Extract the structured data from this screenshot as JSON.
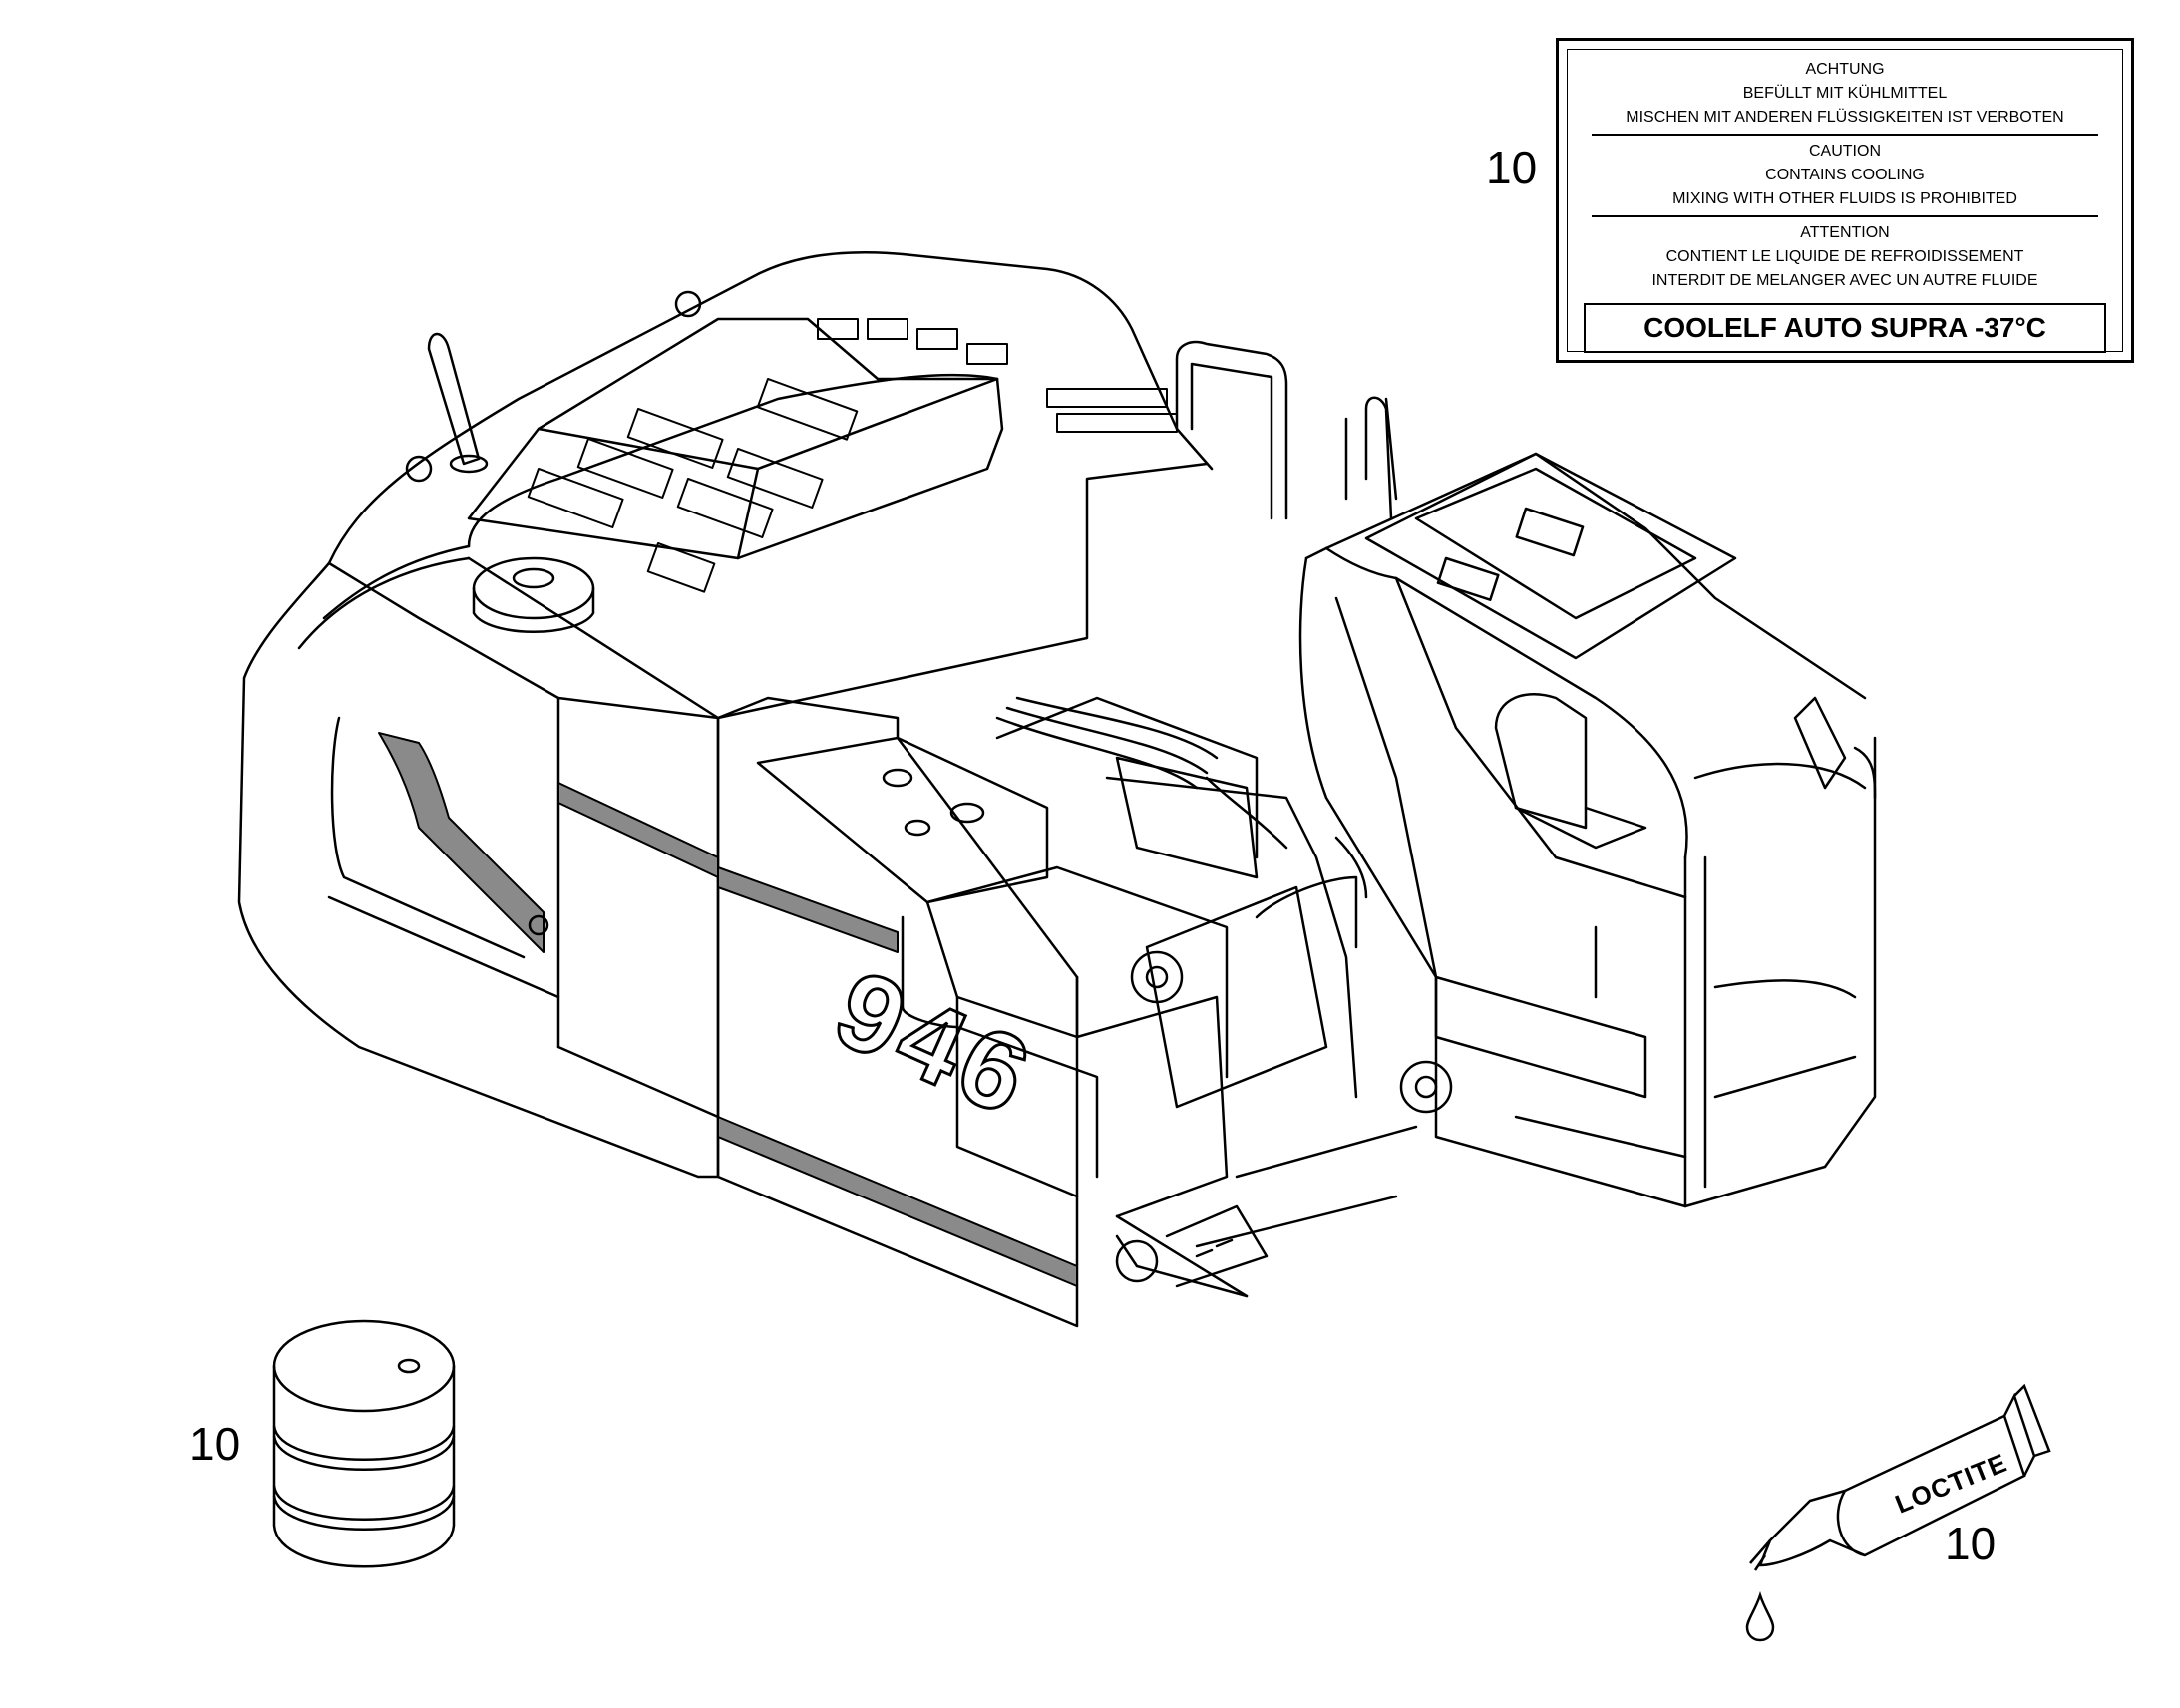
{
  "callouts": {
    "label_ref": "10",
    "drum_ref": "10",
    "tube_ref": "10"
  },
  "label": {
    "de": [
      "ACHTUNG",
      "BEFÜLLT MIT KÜHLMITTEL",
      "MISCHEN MIT ANDEREN FLÜSSIGKEITEN IST VERBOTEN"
    ],
    "en": [
      "CAUTION",
      "CONTAINS COOLING",
      "MIXING WITH OTHER FLUIDS IS PROHIBITED"
    ],
    "fr": [
      "ATTENTION",
      "CONTIENT LE LIQUIDE DE REFROIDISSEMENT",
      "INTERDIT DE MELANGER AVEC UN AUTRE FLUIDE"
    ],
    "product": "COOLELF AUTO SUPRA -37°C"
  },
  "machine": {
    "model": "946"
  },
  "tube": {
    "brand": "LOCTITE"
  },
  "colors": {
    "line": "#000000",
    "stripe": "#8a8a8a",
    "background": "#ffffff"
  }
}
